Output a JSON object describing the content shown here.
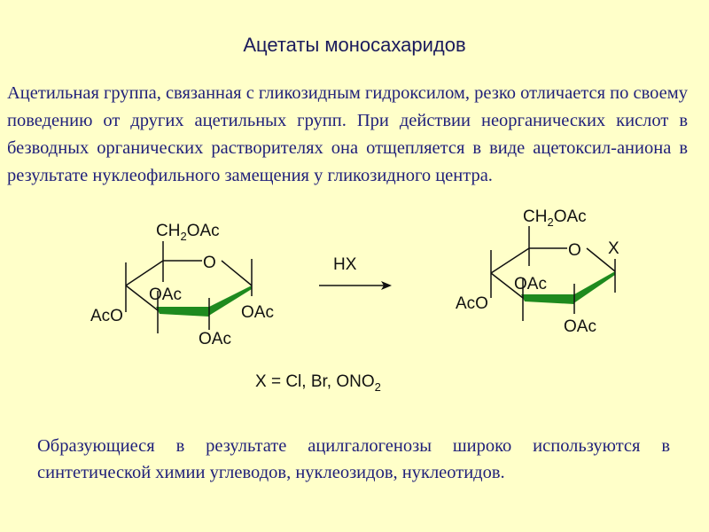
{
  "slide": {
    "title": "Ацетаты моносахаридов",
    "paragraph1": "Ацетильная группа, связанная с гликозидным гидроксилом, резко отличается по своему поведению от других ацетильных групп. При действии неорганических кислот в безводных органических растворителях она отщепляется в виде ацетоксил-аниона в результате нуклеофильного замещения у гликозидного центра.",
    "paragraph2": "Образующиеся в результате ацилгалогенозы широко используются в синтетической химии углеводов, нуклеозидов, нуклеотидов."
  },
  "diagram": {
    "left": {
      "ch2oac_prefix": "CH",
      "ch2oac_sub": "2",
      "ch2oac_suffix": "OAc",
      "ring_o": "O",
      "oac_c2": "OAc",
      "oac_c1": "OAc",
      "aco_c4": "AcO",
      "oac_c3": "OAc"
    },
    "arrow_label": "HX",
    "right": {
      "ch2oac_prefix": "CH",
      "ch2oac_sub": "2",
      "ch2oac_suffix": "OAc",
      "ring_o": "O",
      "x_label": "X",
      "oac_c2": "OAc",
      "aco_c4": "AcO",
      "oac_c3": "OAc"
    },
    "x_legend_prefix": "X = Cl, Br, ONO",
    "x_legend_sub": "2"
  },
  "colors": {
    "background": "#ffffc9",
    "text_blue": "#1f1f7a",
    "bond_green": "#1e8a1e",
    "bond_black": "#111111"
  }
}
